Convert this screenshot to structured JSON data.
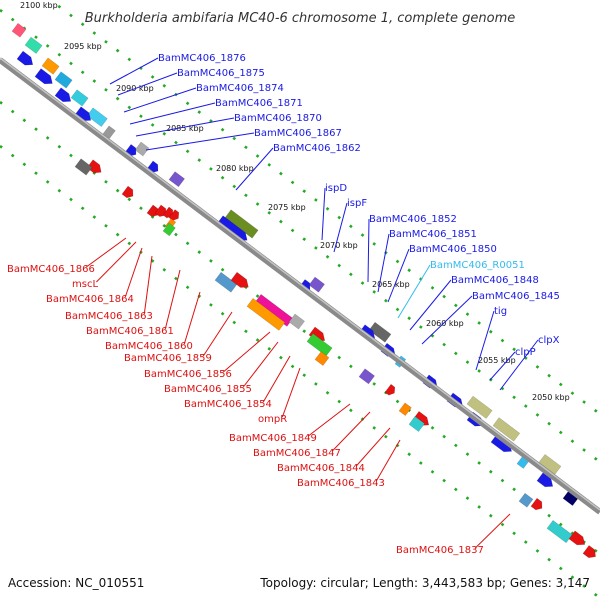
{
  "title": "Burkholderia ambifaria MC40-6 chromosome 1, complete genome",
  "footer": {
    "accession": "Accession: NC_010551",
    "summary": "Topology: circular; Length: 3,443,583 bp; Genes: 3,147"
  },
  "colors": {
    "blue_labels": "#1a1ae6",
    "red_labels": "#dd1111",
    "rna_label": "#33bbee",
    "backbone": "#888888",
    "dots": "#22aa22"
  },
  "kbp_ticks": [
    "2100 kbp",
    "2095 kbp",
    "2090 kbp",
    "2085 kbp",
    "2080 kbp",
    "2075 kbp",
    "2070 kbp",
    "2065 kbp",
    "2060 kbp",
    "2055 kbp",
    "2050 kbp"
  ],
  "top_labels": [
    "BamMC406_1876",
    "BamMC406_1875",
    "BamMC406_1874",
    "BamMC406_1871",
    "BamMC406_1870",
    "BamMC406_1867",
    "BamMC406_1862",
    "ispD",
    "ispF",
    "BamMC406_1852",
    "BamMC406_1851",
    "BamMC406_1850",
    "BamMC406_R0051",
    "BamMC406_1848",
    "BamMC406_1845",
    "tig",
    "clpP",
    "clpX"
  ],
  "bottom_labels": [
    "BamMC406_1866",
    "mscL",
    "BamMC406_1864",
    "BamMC406_1863",
    "BamMC406_1861",
    "BamMC406_1860",
    "BamMC406_1859",
    "BamMC406_1856",
    "BamMC406_1855",
    "BamMC406_1854",
    "ompR",
    "BamMC406_1849",
    "BamMC406_1847",
    "BamMC406_1844",
    "BamMC406_1843",
    "BamMC406_1837"
  ]
}
